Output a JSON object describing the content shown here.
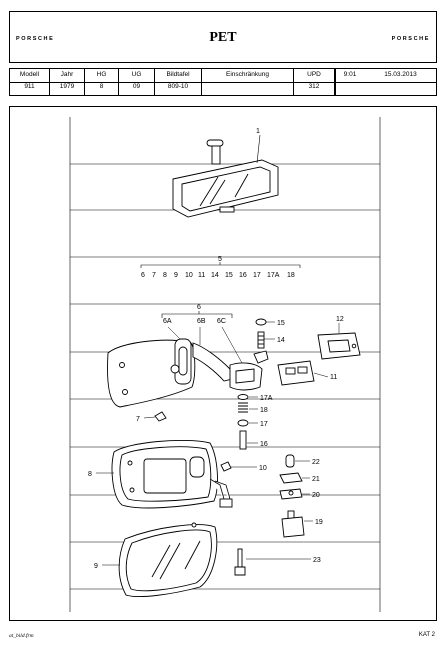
{
  "header": {
    "brand_left": "PORSCHE",
    "title": "PET",
    "brand_right": "PORSCHE"
  },
  "meta": {
    "labels": [
      "Modell",
      "Jahr",
      "HG",
      "UG",
      "Bildtafel",
      "Einschränkung",
      "UPD"
    ],
    "values": [
      "911",
      "1979",
      "8",
      "09",
      "809-10",
      "",
      "312"
    ],
    "time": "9:01",
    "date": "15.03.2013"
  },
  "diagram": {
    "callouts": {
      "c1": "1",
      "c5": "5",
      "c6": "6",
      "c6a": "6A",
      "c6b": "6B",
      "c6c": "6C",
      "c7": "7",
      "c8": "8",
      "c9": "9",
      "c10": "10",
      "c11": "11",
      "c12": "12",
      "c14": "14",
      "c15": "15",
      "c16": "16",
      "c17": "17",
      "c17a": "17A",
      "c18": "18",
      "c19": "19",
      "c20": "20",
      "c21": "21",
      "c22": "22",
      "c23": "23"
    },
    "group5_items": [
      "6",
      "7",
      "8",
      "9",
      "10",
      "11",
      "14",
      "15",
      "16",
      "17",
      "17A",
      "18"
    ]
  },
  "footer": {
    "file": "at_bild.frm",
    "page": "KAT 2"
  }
}
